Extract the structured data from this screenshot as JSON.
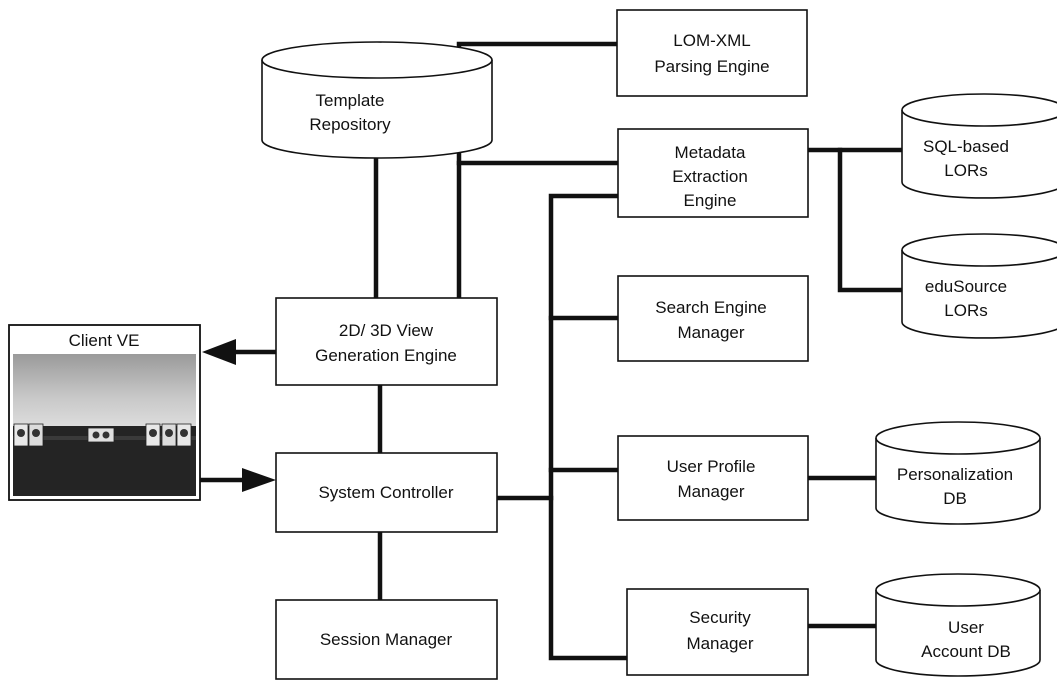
{
  "nodes": {
    "lom_xml": {
      "lines": [
        "LOM-XML",
        "Parsing Engine"
      ]
    },
    "template_repo": {
      "lines": [
        "Template",
        "Repository"
      ]
    },
    "metadata_engine": {
      "lines": [
        "Metadata",
        "Extraction",
        "Engine"
      ]
    },
    "sql_lors": {
      "lines": [
        "SQL-based",
        "LORs"
      ]
    },
    "edusource_lors": {
      "lines": [
        "eduSource",
        "LORs"
      ]
    },
    "client_ve": {
      "lines": [
        "Client VE"
      ]
    },
    "view_engine": {
      "lines": [
        "2D/ 3D View",
        "Generation Engine"
      ]
    },
    "search_manager": {
      "lines": [
        "Search Engine",
        "Manager"
      ]
    },
    "system_controller": {
      "lines": [
        "System Controller"
      ]
    },
    "user_profile_manager": {
      "lines": [
        "User Profile",
        "Manager"
      ]
    },
    "personalization_db": {
      "lines": [
        "Personalization",
        "DB"
      ]
    },
    "session_manager": {
      "lines": [
        "Session Manager"
      ]
    },
    "security_manager": {
      "lines": [
        "Security",
        "Manager"
      ]
    },
    "user_account_db": {
      "lines": [
        "User",
        "Account DB"
      ]
    }
  },
  "colors": {
    "line": "#111111",
    "box_fill": "#ffffff",
    "client_sky": "#b4b4b4",
    "client_floor": "#242424"
  }
}
